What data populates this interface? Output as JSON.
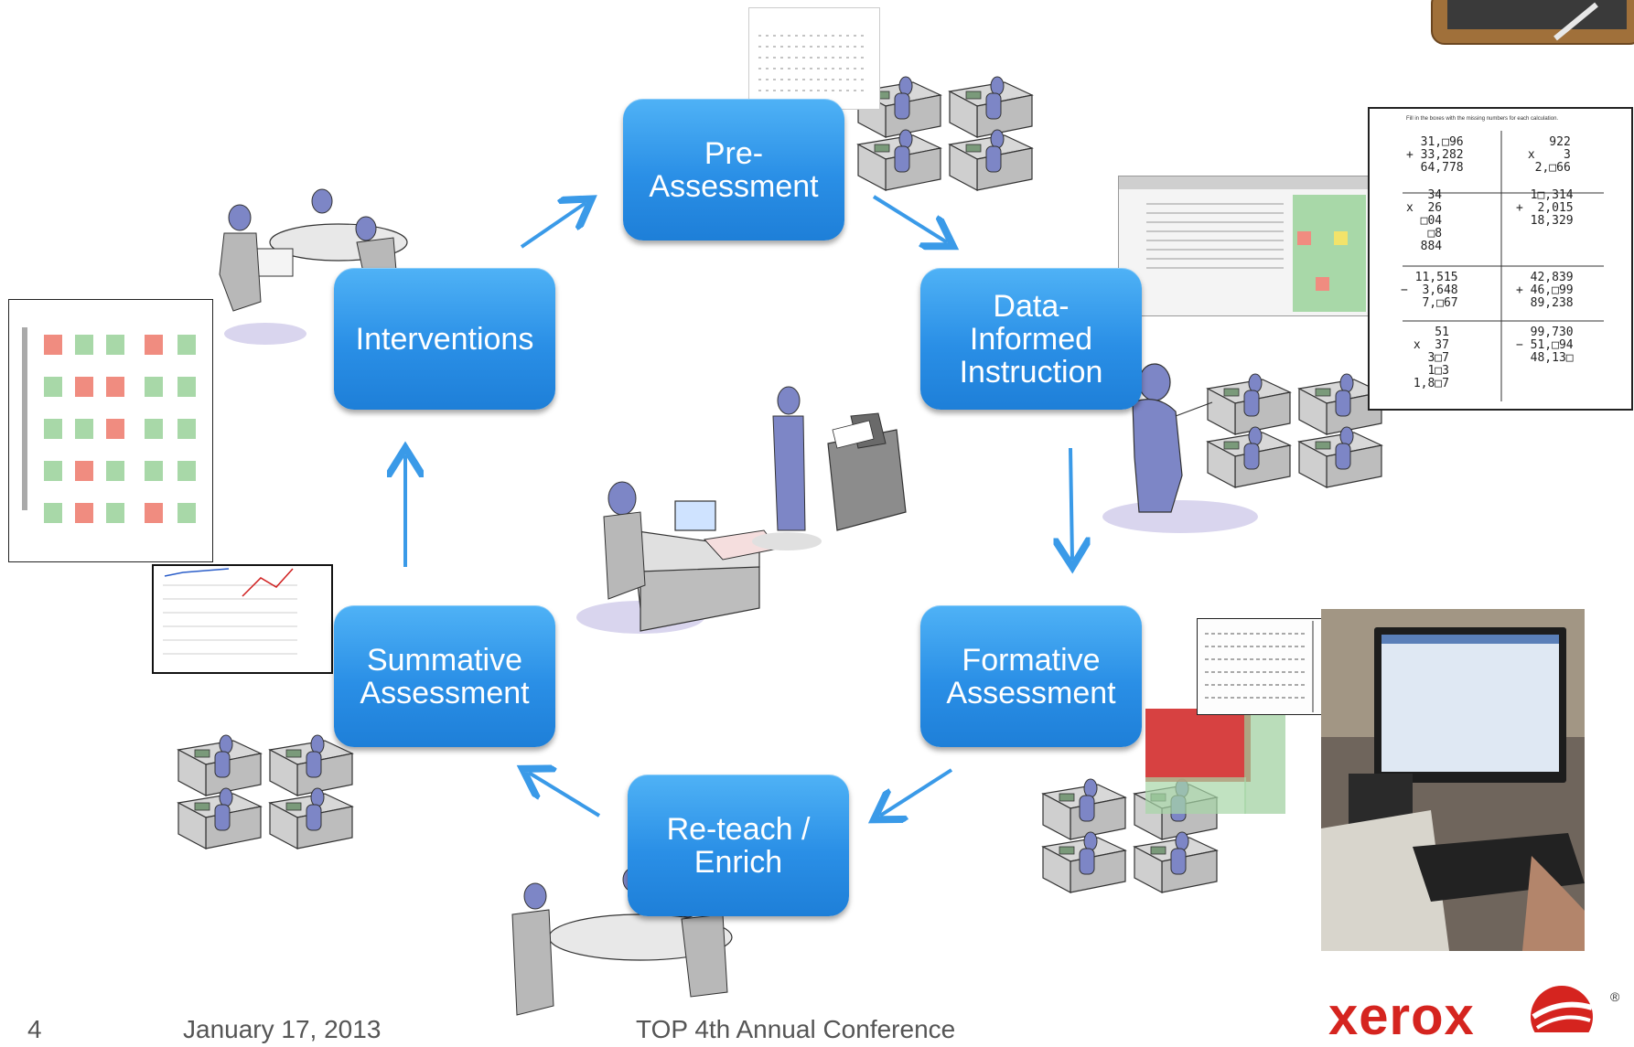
{
  "cycle": {
    "pre_assessment": "Pre-\nAssessment",
    "data_informed": "Data-\nInformed\nInstruction",
    "formative": "Formative\nAssessment",
    "reteach": "Re-teach /\nEnrich",
    "summative": "Summative\nAssessment",
    "interventions": "Interventions"
  },
  "worksheet": {
    "instruction": "Fill in the boxes with the missing numbers for each calculation.",
    "problems": [
      "  31,□96\n+ 33,282\n  64,778",
      "   922\nx    3\n  2,□66",
      "   34\nx  26\n  □04\n  □8\n  884",
      "  1□,314\n+  2,015\n  18,329",
      "  11,515\n−  3,648\n   7,□67",
      "  42,839\n+ 46,□99\n  89,238",
      "   51\nx  37\n  3□7\n 1□3\n 1,8□7",
      "  99,730\n− 51,□94\n  48,13□"
    ]
  },
  "footer": {
    "page_number": "4",
    "date": "January 17, 2013",
    "conference": "TOP 4th Annual Conference"
  },
  "brand": {
    "logo": "xerox",
    "registered": "®",
    "color": "#d5241f"
  },
  "colors": {
    "box": "#2a8fe6",
    "arrow": "#3a9ae8",
    "figure": "#8088c8"
  }
}
